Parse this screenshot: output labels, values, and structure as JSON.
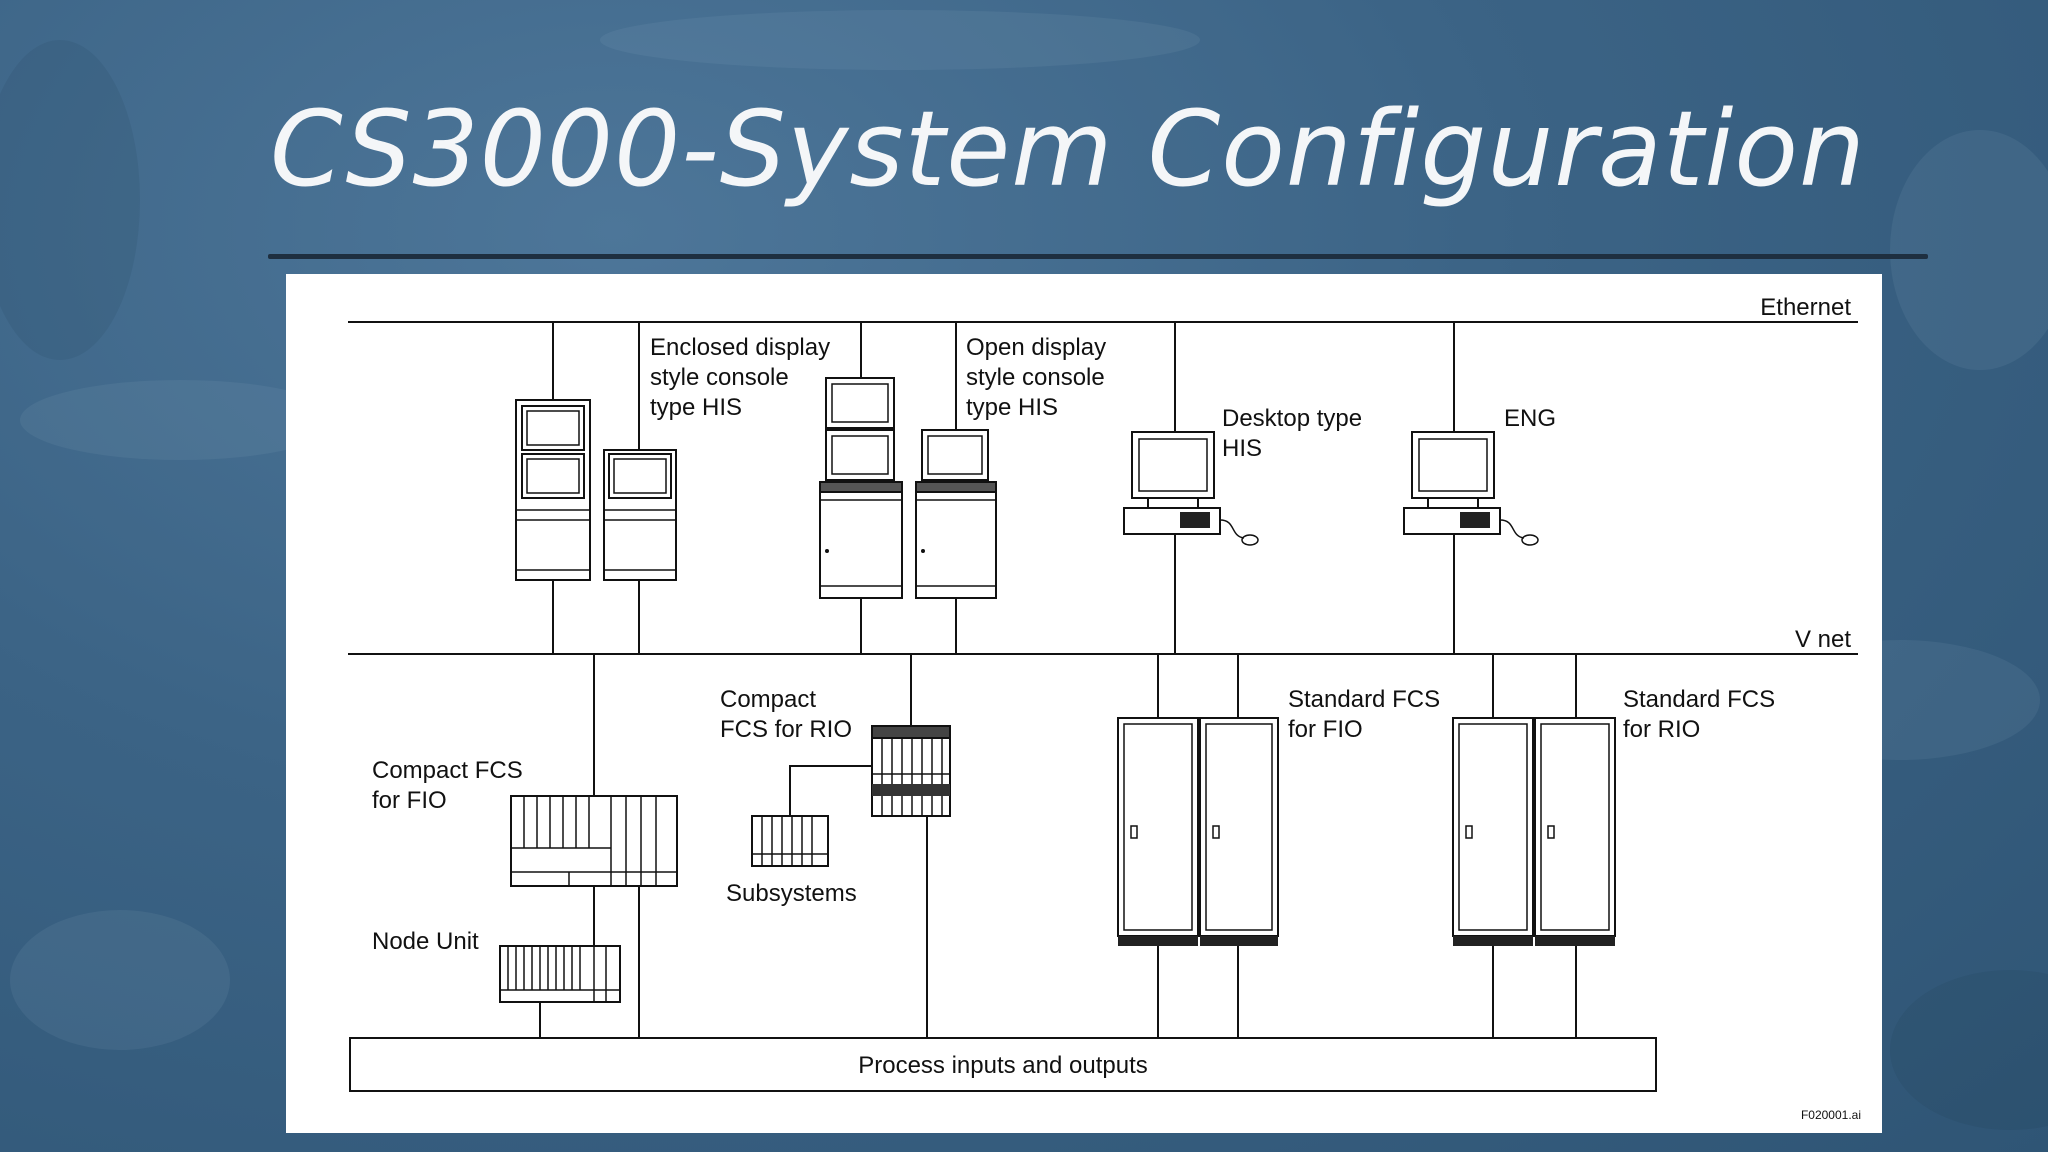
{
  "slide": {
    "title": "CS3000-System Configuration"
  },
  "diagram": {
    "networks": {
      "ethernet": "Ethernet",
      "vnet": "V net"
    },
    "nodes": {
      "enclosed_console": [
        "Enclosed display",
        "style console",
        "type HIS"
      ],
      "open_console": [
        "Open display",
        "style console",
        "type HIS"
      ],
      "desktop_his": [
        "Desktop type",
        "HIS"
      ],
      "eng": [
        "ENG"
      ],
      "compact_fcs_fio": [
        "Compact FCS",
        "for FIO"
      ],
      "node_unit": [
        "Node Unit"
      ],
      "compact_fcs_rio": [
        "Compact",
        "FCS for RIO"
      ],
      "subsystems": [
        "Subsystems"
      ],
      "standard_fcs_fio": [
        "Standard FCS",
        "for FIO"
      ],
      "standard_fcs_rio": [
        "Standard FCS",
        "for RIO"
      ]
    },
    "process_bus": "Process inputs and outputs",
    "figure_id": "F020001.ai"
  },
  "colors": {
    "background": "#3b6385",
    "title_text": "#f4f6f8",
    "panel": "#ffffff",
    "ink": "#111111"
  }
}
